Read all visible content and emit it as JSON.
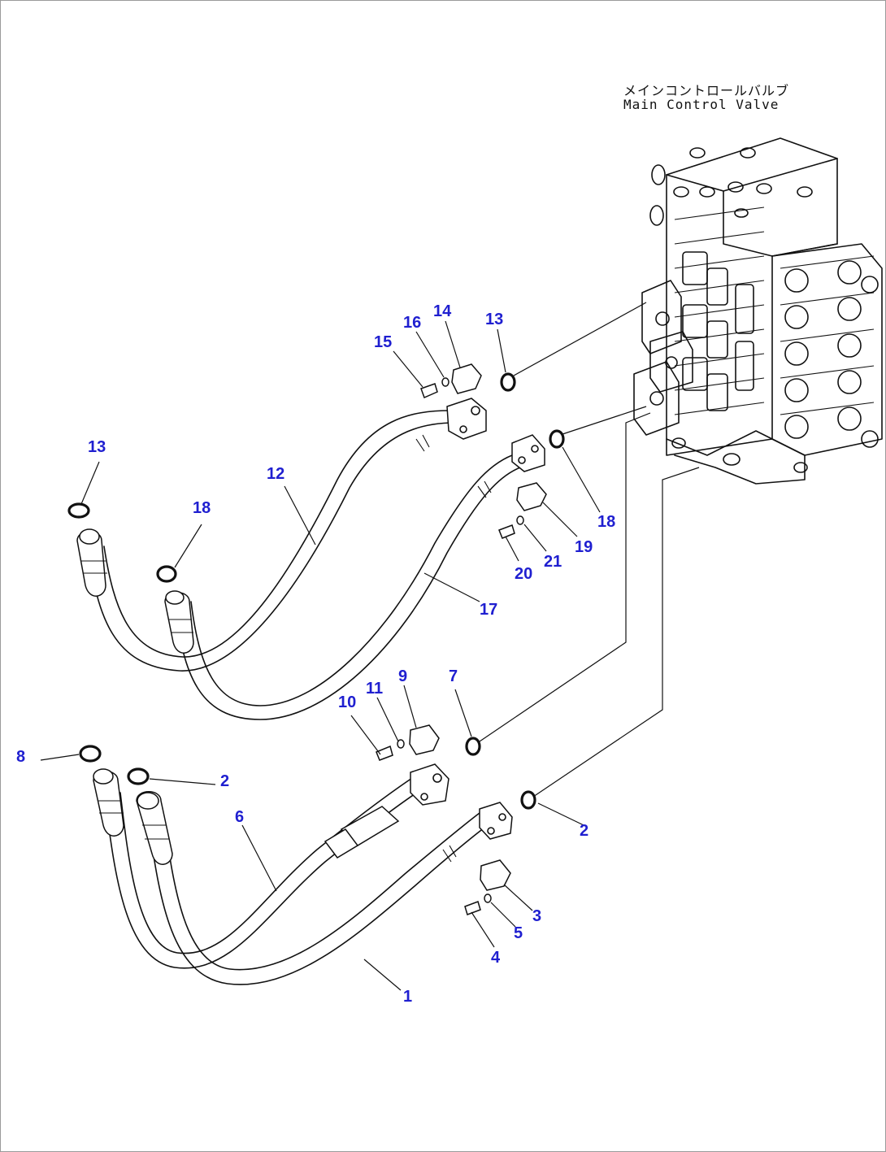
{
  "diagram": {
    "component_label_jp": "メインコントロールバルブ",
    "component_label_en": "Main Control Valve",
    "callouts": [
      {
        "id": "c1",
        "text": "1"
      },
      {
        "id": "c2a",
        "text": "2"
      },
      {
        "id": "c2b",
        "text": "2"
      },
      {
        "id": "c3",
        "text": "3"
      },
      {
        "id": "c4",
        "text": "4"
      },
      {
        "id": "c5",
        "text": "5"
      },
      {
        "id": "c6",
        "text": "6"
      },
      {
        "id": "c7",
        "text": "7"
      },
      {
        "id": "c8",
        "text": "8"
      },
      {
        "id": "c9",
        "text": "9"
      },
      {
        "id": "c10",
        "text": "10"
      },
      {
        "id": "c11",
        "text": "11"
      },
      {
        "id": "c12",
        "text": "12"
      },
      {
        "id": "c13a",
        "text": "13"
      },
      {
        "id": "c13b",
        "text": "13"
      },
      {
        "id": "c14",
        "text": "14"
      },
      {
        "id": "c15",
        "text": "15"
      },
      {
        "id": "c16",
        "text": "16"
      },
      {
        "id": "c17",
        "text": "17"
      },
      {
        "id": "c18a",
        "text": "18"
      },
      {
        "id": "c18b",
        "text": "18"
      },
      {
        "id": "c19",
        "text": "19"
      },
      {
        "id": "c20",
        "text": "20"
      },
      {
        "id": "c21",
        "text": "21"
      }
    ],
    "colors": {
      "callout": "#1f1fd0",
      "ink": "#111111",
      "frame": "#9a9a9a"
    }
  }
}
